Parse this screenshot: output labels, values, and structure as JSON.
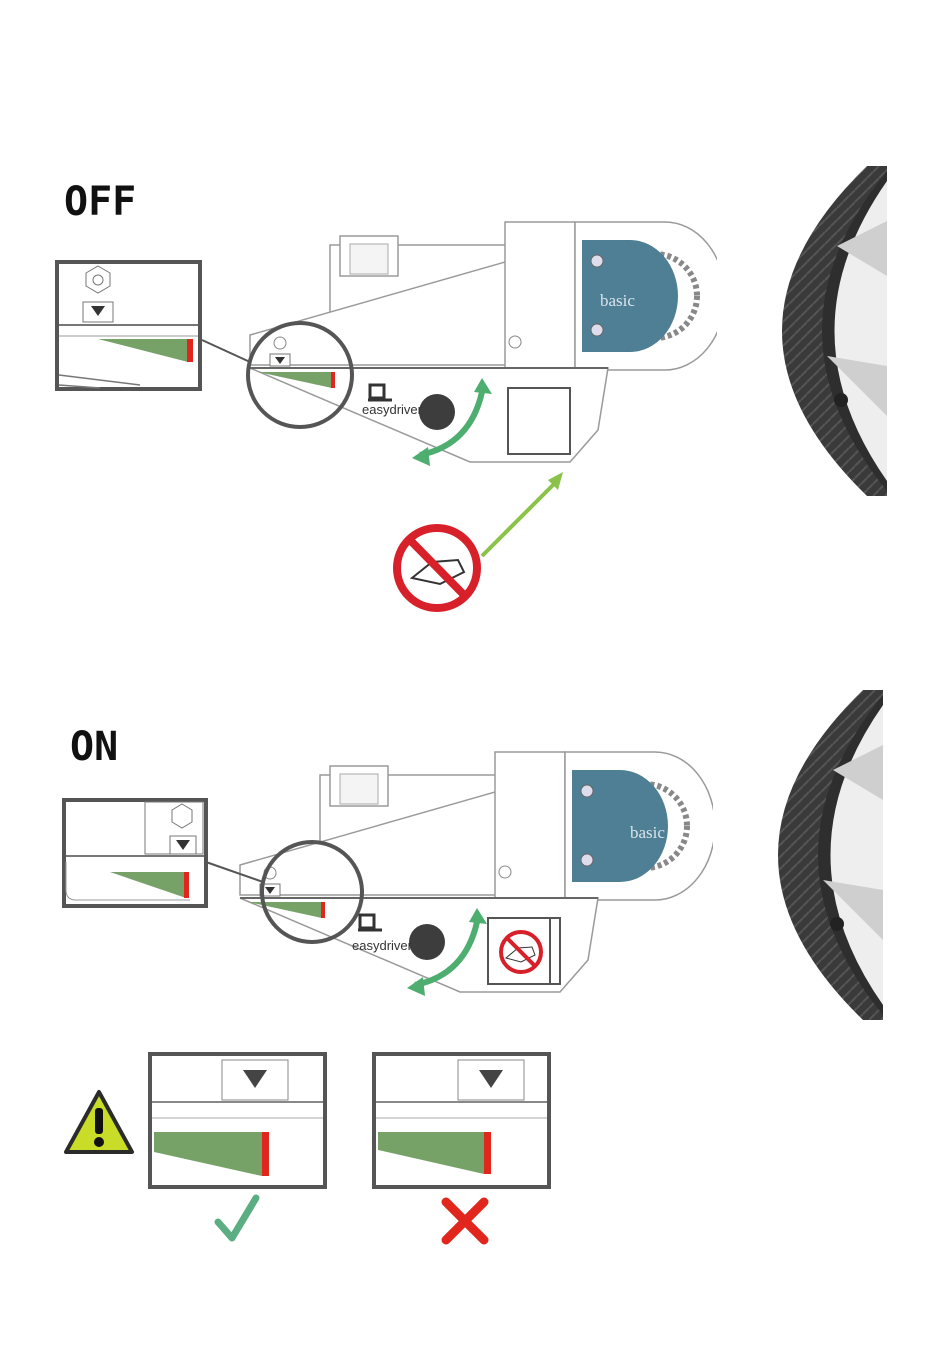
{
  "sections": [
    {
      "label": "OFF",
      "plate_text": "basic",
      "logo_text": "easydriver"
    },
    {
      "label": "ON",
      "plate_text": "basic",
      "logo_text": "easydriver"
    }
  ],
  "colors": {
    "teal_plate": "#4f7f94",
    "indicator_green": "#76a268",
    "indicator_red": "#e0261d",
    "rotation_arrow": "#4dae70",
    "pointer_arrow": "#8bc34a",
    "prohibition_red": "#d7202a",
    "warning_yellow": "#c8dc28",
    "check_green": "#5aae82",
    "cross_red": "#e0261d"
  },
  "icons": [
    "hex-bolt-icon",
    "triangle-pointer-icon",
    "no-touch-icon",
    "rotation-arrow-icon",
    "warning-triangle-icon",
    "checkmark-icon",
    "cross-icon"
  ]
}
